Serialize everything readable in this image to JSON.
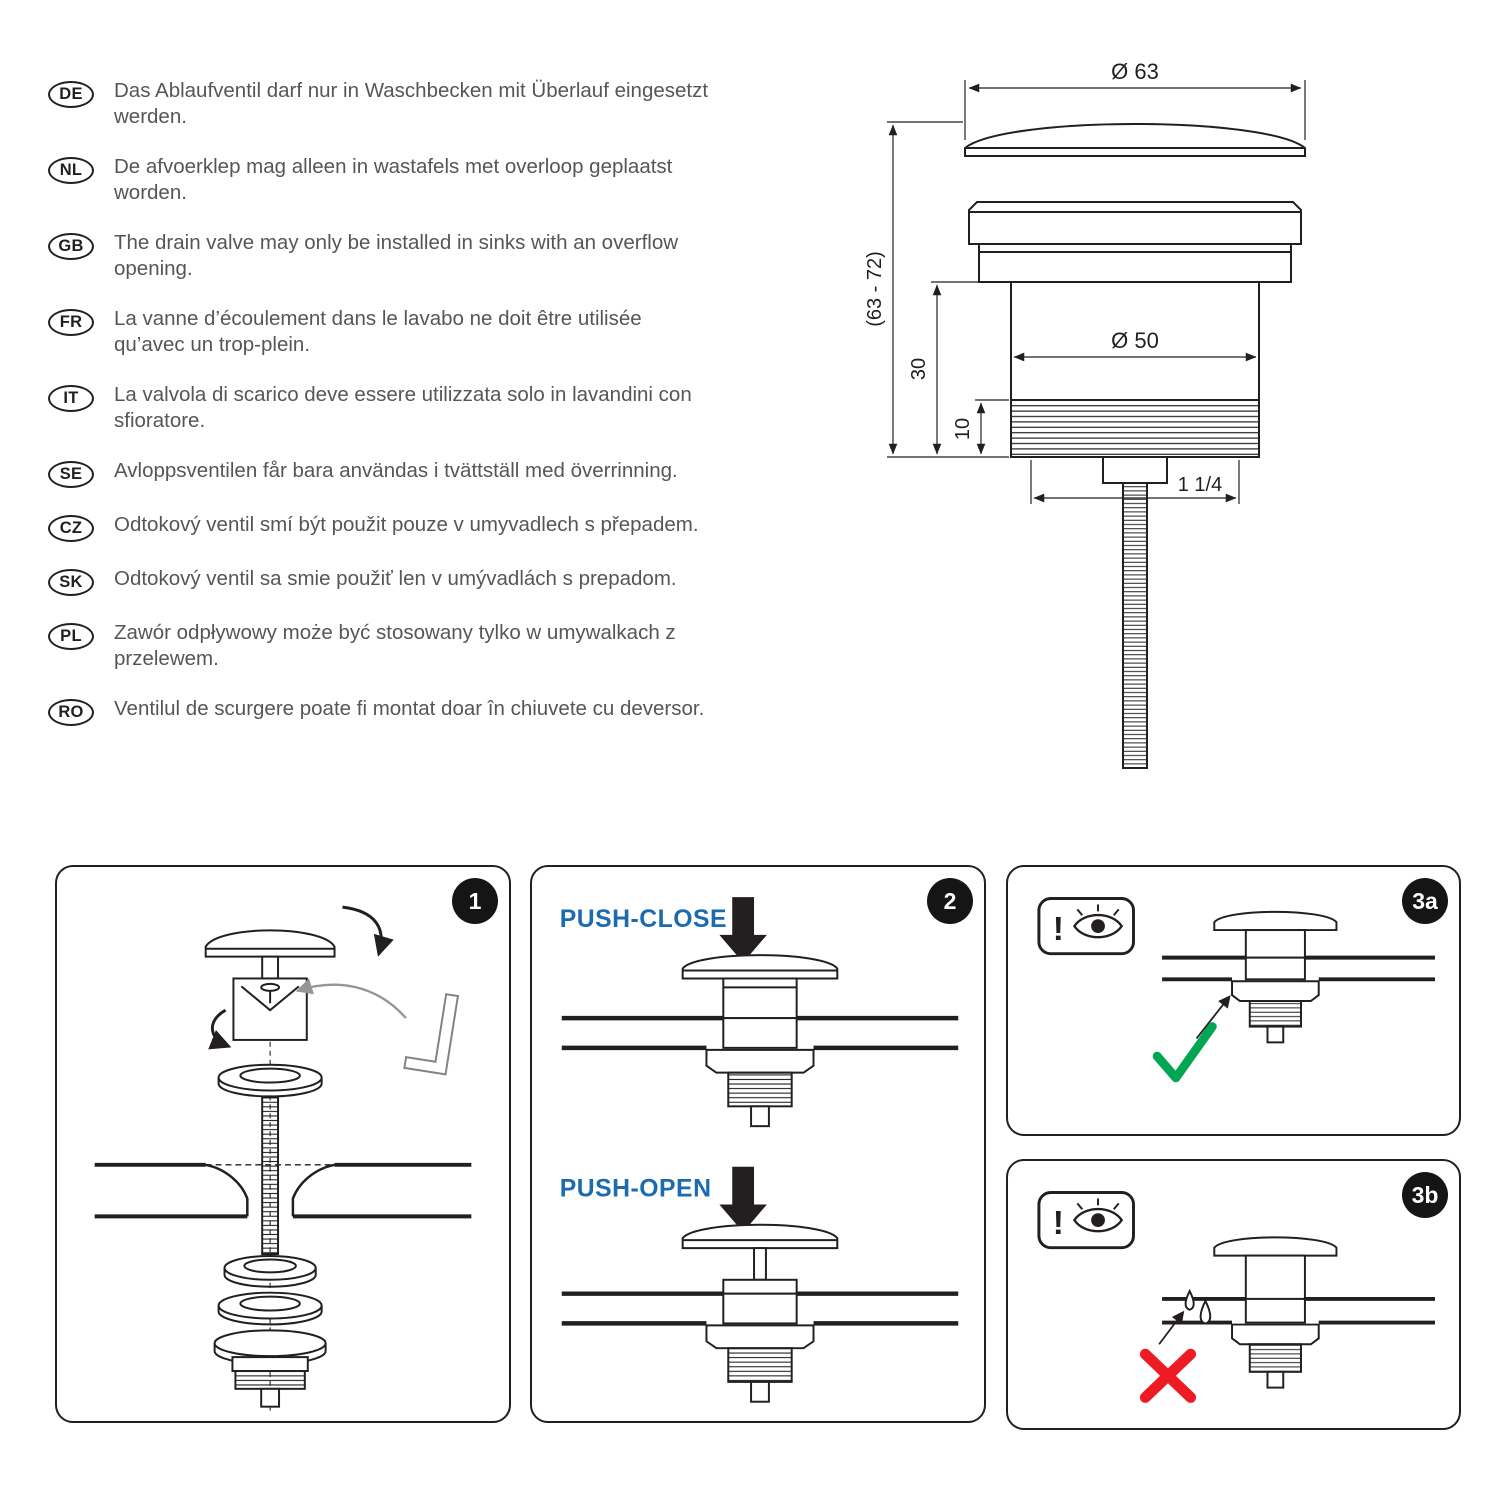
{
  "languages": [
    {
      "code": "DE",
      "text": "Das Ablaufventil darf nur in Waschbecken mit Überlauf eingesetzt werden."
    },
    {
      "code": "NL",
      "text": "De afvoerklep mag alleen in wastafels met overloop geplaatst worden."
    },
    {
      "code": "GB",
      "text": "The drain valve may only be installed in sinks with an overflow opening."
    },
    {
      "code": "FR",
      "text": "La vanne d’écoulement dans le lavabo ne doit être utilisée qu’avec un trop-plein."
    },
    {
      "code": "IT",
      "text": "La valvola di scarico deve essere utilizzata solo in lavandini con sfioratore."
    },
    {
      "code": "SE",
      "text": "Avloppsventilen får bara användas i tvättställ med överrinning."
    },
    {
      "code": "CZ",
      "text": "Odtokový ventil smí být použit pouze v umyvadlech s přepadem."
    },
    {
      "code": "SK",
      "text": "Odtokový ventil sa smie použiť len v umývadlách s prepadom."
    },
    {
      "code": "PL",
      "text": "Zawór odpływowy może być stosowany tylko w umywalkach z przelewem."
    },
    {
      "code": "RO",
      "text": "Ventilul de scurgere poate fi montat doar în chiuvete cu deversor."
    }
  ],
  "technical_drawing": {
    "dim_cap_diameter": "Ø 63",
    "dim_height_range": "(63 - 72)",
    "dim_body_height": "30",
    "dim_thread_height": "10",
    "dim_body_diameter": "Ø 50",
    "dim_thread_size": "1 1/4"
  },
  "steps": {
    "p1": {
      "number": "1"
    },
    "p2": {
      "number": "2",
      "push_close_label": "PUSH-CLOSE",
      "push_open_label": "PUSH-OPEN"
    },
    "p3a": {
      "number": "3a",
      "warning_mark": "!"
    },
    "p3b": {
      "number": "3b",
      "warning_mark": "!"
    }
  },
  "colors": {
    "ink": "#231f20",
    "text_gray": "#555658",
    "accent_blue": "#1c6bb0",
    "check_green": "#00a651",
    "cross_red": "#ed1c24",
    "tool_gray": "#939598"
  },
  "icons": {
    "rotation_arrow": "↻",
    "push_arrow": "⬇",
    "attention": "!",
    "eye": "👁",
    "correct": "✓",
    "incorrect": "✕",
    "leak": "💧"
  }
}
